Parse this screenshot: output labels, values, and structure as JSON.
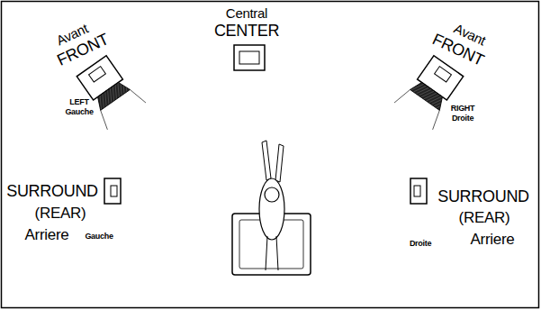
{
  "diagram": {
    "labels": [
      "Avant",
      "FRONT",
      "LEFT",
      "Gauche",
      "Central",
      "CENTER",
      "Avant",
      "FRONT",
      "RIGHT",
      "Droite",
      "SURROUND",
      "(REAR)",
      "Arriere",
      "Gauche",
      "SURROUND",
      "(REAR)",
      "Droite",
      "Arriere"
    ]
  }
}
